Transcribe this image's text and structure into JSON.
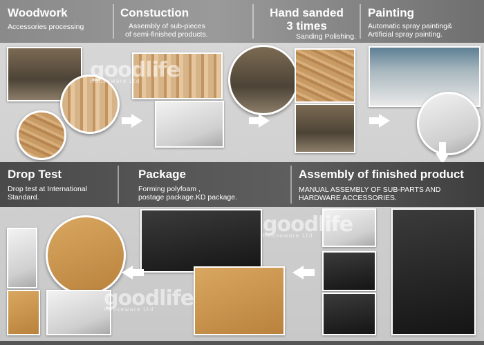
{
  "steps": {
    "woodwork": {
      "title": "Woodwork",
      "subtitle": "Accessories processing"
    },
    "construction": {
      "title": "Constuction",
      "line1": "Assembly of sub-pieces",
      "line2": "of semi-finished products."
    },
    "sanding": {
      "title_line1": "Hand sanded",
      "title_line2": "3 times",
      "subtitle": "Sanding Polishing."
    },
    "painting": {
      "title": "Painting",
      "line1": "Automatic spray painting&",
      "line2": "Artificial spray painting."
    },
    "drop_test": {
      "title": "Drop Test",
      "line1": "Drop test at International",
      "line2": "Standard."
    },
    "package": {
      "title": "Package",
      "line1": "Forming polyfoam ,",
      "line2": "postage package.KD package."
    },
    "assembly": {
      "title": "Assembly of finished product",
      "line1": "MANUAL ASSEMBLY OF SUB-PARTS AND",
      "line2": "HARDWARE ACCESSORIES."
    }
  },
  "watermark": {
    "brand": "goodlife",
    "tagline": "Houseware Ltd"
  }
}
